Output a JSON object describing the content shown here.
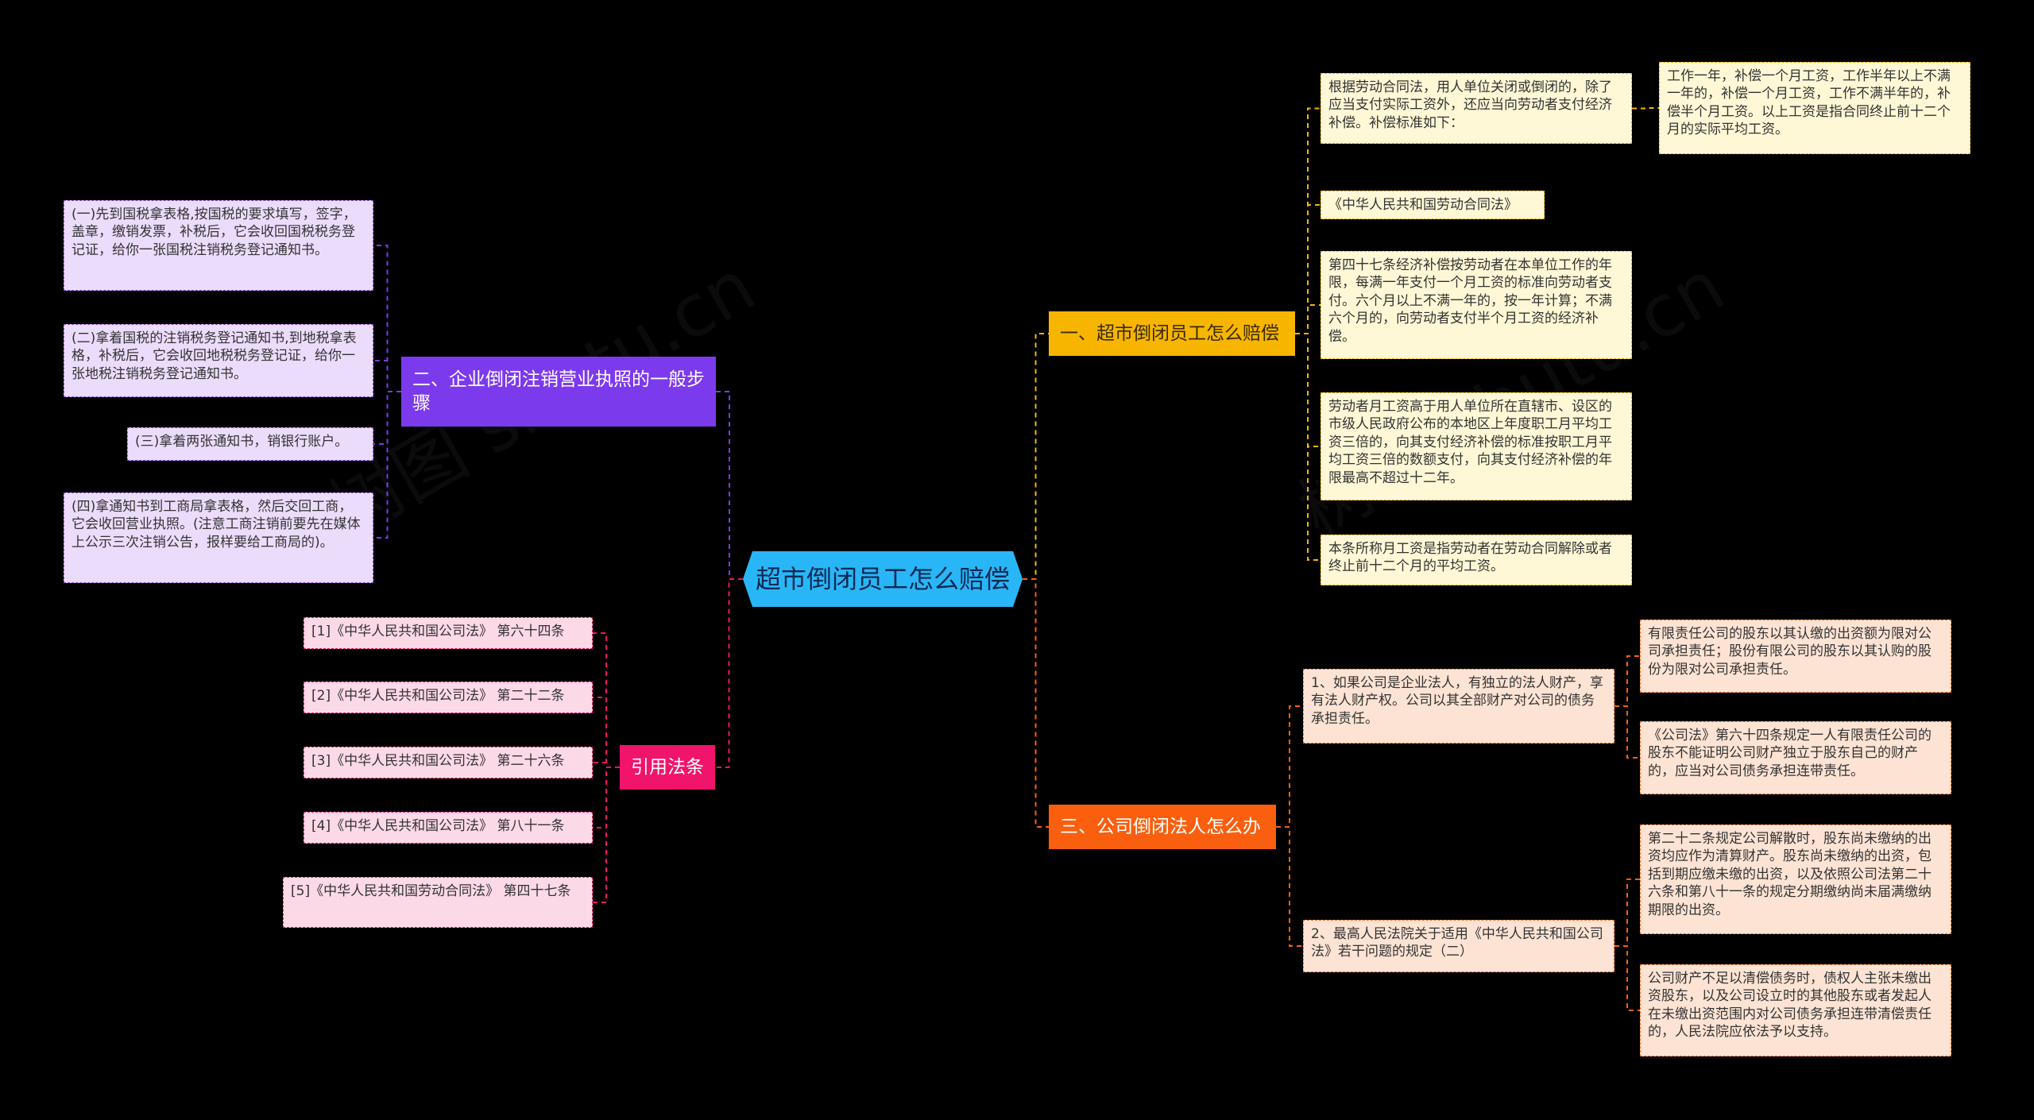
{
  "center": {
    "label": "超市倒闭员工怎么赔偿"
  },
  "branch1": {
    "label": "一、超市倒闭员工怎么赔偿",
    "items": [
      "根据劳动合同法，用人单位关闭或倒闭的，除了应当支付实际工资外，还应当向劳动者支付经济补偿。补偿标准如下：",
      "《中华人民共和国劳动合同法》",
      "第四十七条经济补偿按劳动者在本单位工作的年限，每满一年支付一个月工资的标准向劳动者支付。六个月以上不满一年的，按一年计算；不满六个月的，向劳动者支付半个月工资的经济补偿。",
      "劳动者月工资高于用人单位所在直辖市、设区的市级人民政府公布的本地区上年度职工月平均工资三倍的，向其支付经济补偿的标准按职工月平均工资三倍的数额支付，向其支付经济补偿的年限最高不超过十二年。",
      "本条所称月工资是指劳动者在劳动合同解除或者终止前十二个月的平均工资。"
    ],
    "sub": "工作一年，补偿一个月工资，工作半年以上不满一年的，补偿一个月工资，工作不满半年的，补偿半个月工资。以上工资是指合同终止前十二个月的实际平均工资。"
  },
  "branch3": {
    "label": "三、公司倒闭法人怎么办",
    "items": [
      "1、如果公司是企业法人，有独立的法人财产，享有法人财产权。公司以其全部财产对公司的债务承担责任。",
      "2、最高人民法院关于适用《中华人民共和国公司法》若干问题的规定（二）"
    ],
    "sub1": [
      "有限责任公司的股东以其认缴的出资额为限对公司承担责任；股份有限公司的股东以其认购的股份为限对公司承担责任。",
      "《公司法》第六十四条规定一人有限责任公司的股东不能证明公司财产独立于股东自己的财产的，应当对公司债务承担连带责任。"
    ],
    "sub2": [
      "第二十二条规定公司解散时，股东尚未缴纳的出资均应作为清算财产。股东尚未缴纳的出资，包括到期应缴未缴的出资，以及依照公司法第二十六条和第八十一条的规定分期缴纳尚未届满缴纳期限的出资。",
      "公司财产不足以清偿债务时，债权人主张未缴出资股东，以及公司设立时的其他股东或者发起人在未缴出资范围内对公司债务承担连带清偿责任的，人民法院应依法予以支持。"
    ]
  },
  "branch2": {
    "label": "二、企业倒闭注销营业执照的一般步骤",
    "items": [
      "(一)先到国税拿表格,按国税的要求填写，签字，盖章，缴销发票，补税后，它会收回国税税务登记证，给你一张国税注销税务登记通知书。",
      "(二)拿着国税的注销税务登记通知书,到地税拿表格，补税后，它会收回地税税务登记证，给你一张地税注销税务登记通知书。",
      "(三)拿着两张通知书，销银行账户。",
      "(四)拿通知书到工商局拿表格，然后交回工商，它会收回营业执照。(注意工商注销前要先在媒体上公示三次注销公告，报样要给工商局的)。"
    ]
  },
  "branch4": {
    "label": "引用法条",
    "items": [
      "[1]《中华人民共和国公司法》 第六十四条",
      "[2]《中华人民共和国公司法》 第二十二条",
      "[3]《中华人民共和国公司法》 第二十六条",
      "[4]《中华人民共和国公司法》 第八十一条",
      "[5]《中华人民共和国劳动合同法》 第四十七条"
    ]
  },
  "colors": {
    "center": "#29b6f6",
    "yellow": "#f7b500",
    "orange": "#f95f0f",
    "purple": "#7c3aed",
    "pink": "#f0146b"
  }
}
